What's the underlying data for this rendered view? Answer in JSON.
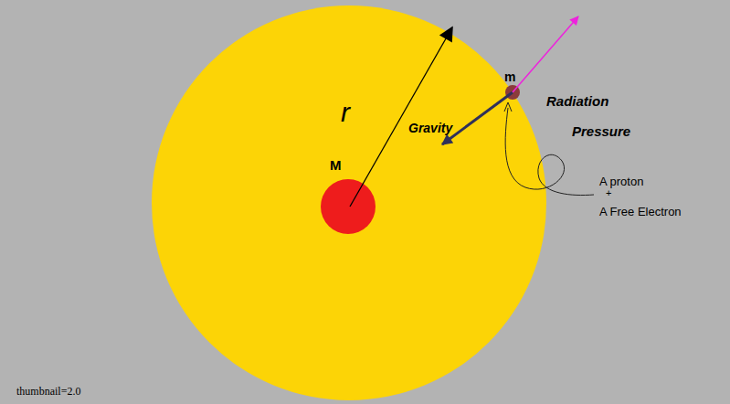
{
  "diagram": {
    "nodes": [
      {
        "text": [
          "M"
        ]
      },
      {
        "text": [
          "m"
        ]
      }
    ],
    "labels": [
      "r",
      "Gravity",
      "Radiation Pressure",
      "A proton",
      "+",
      "A Free Electron",
      "thumbnail=2.0"
    ]
  }
}
